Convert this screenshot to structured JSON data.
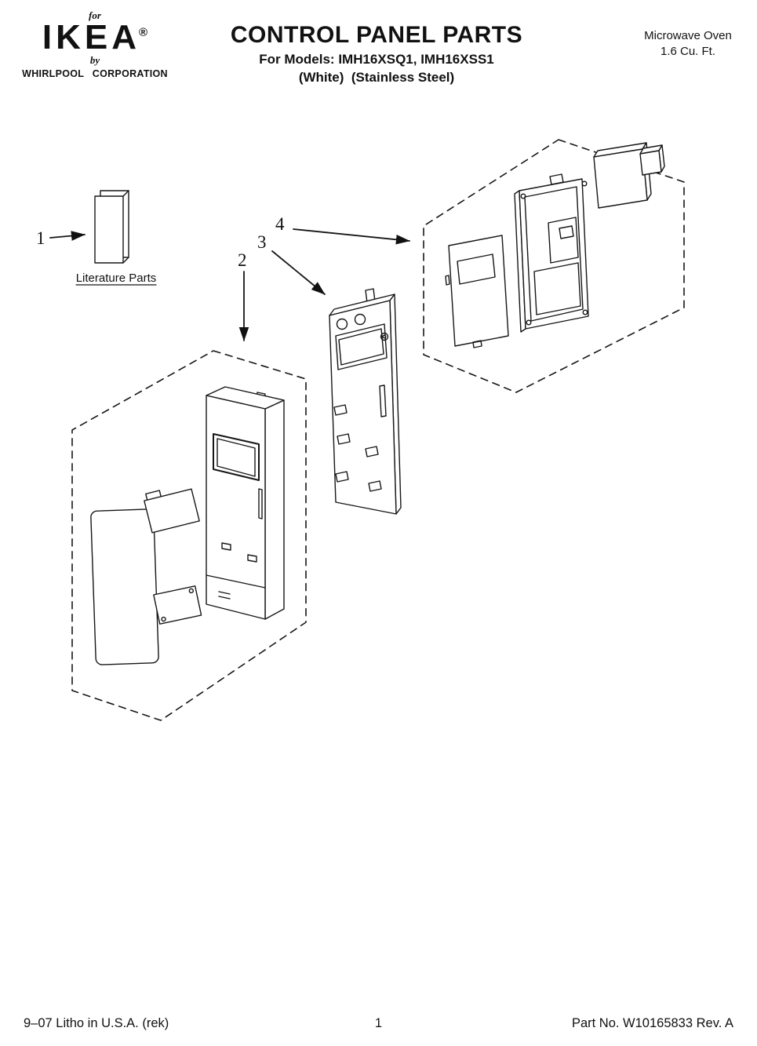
{
  "header": {
    "brand": {
      "for_label": "for",
      "logo_text": "IKEA",
      "registered_mark": "®",
      "by_label": "by",
      "company_line": "WHIRLPOOL CORPORATION"
    },
    "title": "CONTROL PANEL PARTS",
    "models_line": "For Models: IMH16XSQ1, IMH16XSS1",
    "finish_line": "(White)  (Stainless Steel)",
    "product_line1": "Microwave Oven",
    "product_line2": "1.6 Cu. Ft."
  },
  "diagram": {
    "literature_label": "Literature Parts",
    "callouts": {
      "c1": "1",
      "c2": "2",
      "c3": "3",
      "c4": "4"
    }
  },
  "footer": {
    "litho_line": "9–07 Litho in U.S.A. (rek)",
    "page_number": "1",
    "part_number_line": "Part No. W10165833 Rev. A"
  }
}
